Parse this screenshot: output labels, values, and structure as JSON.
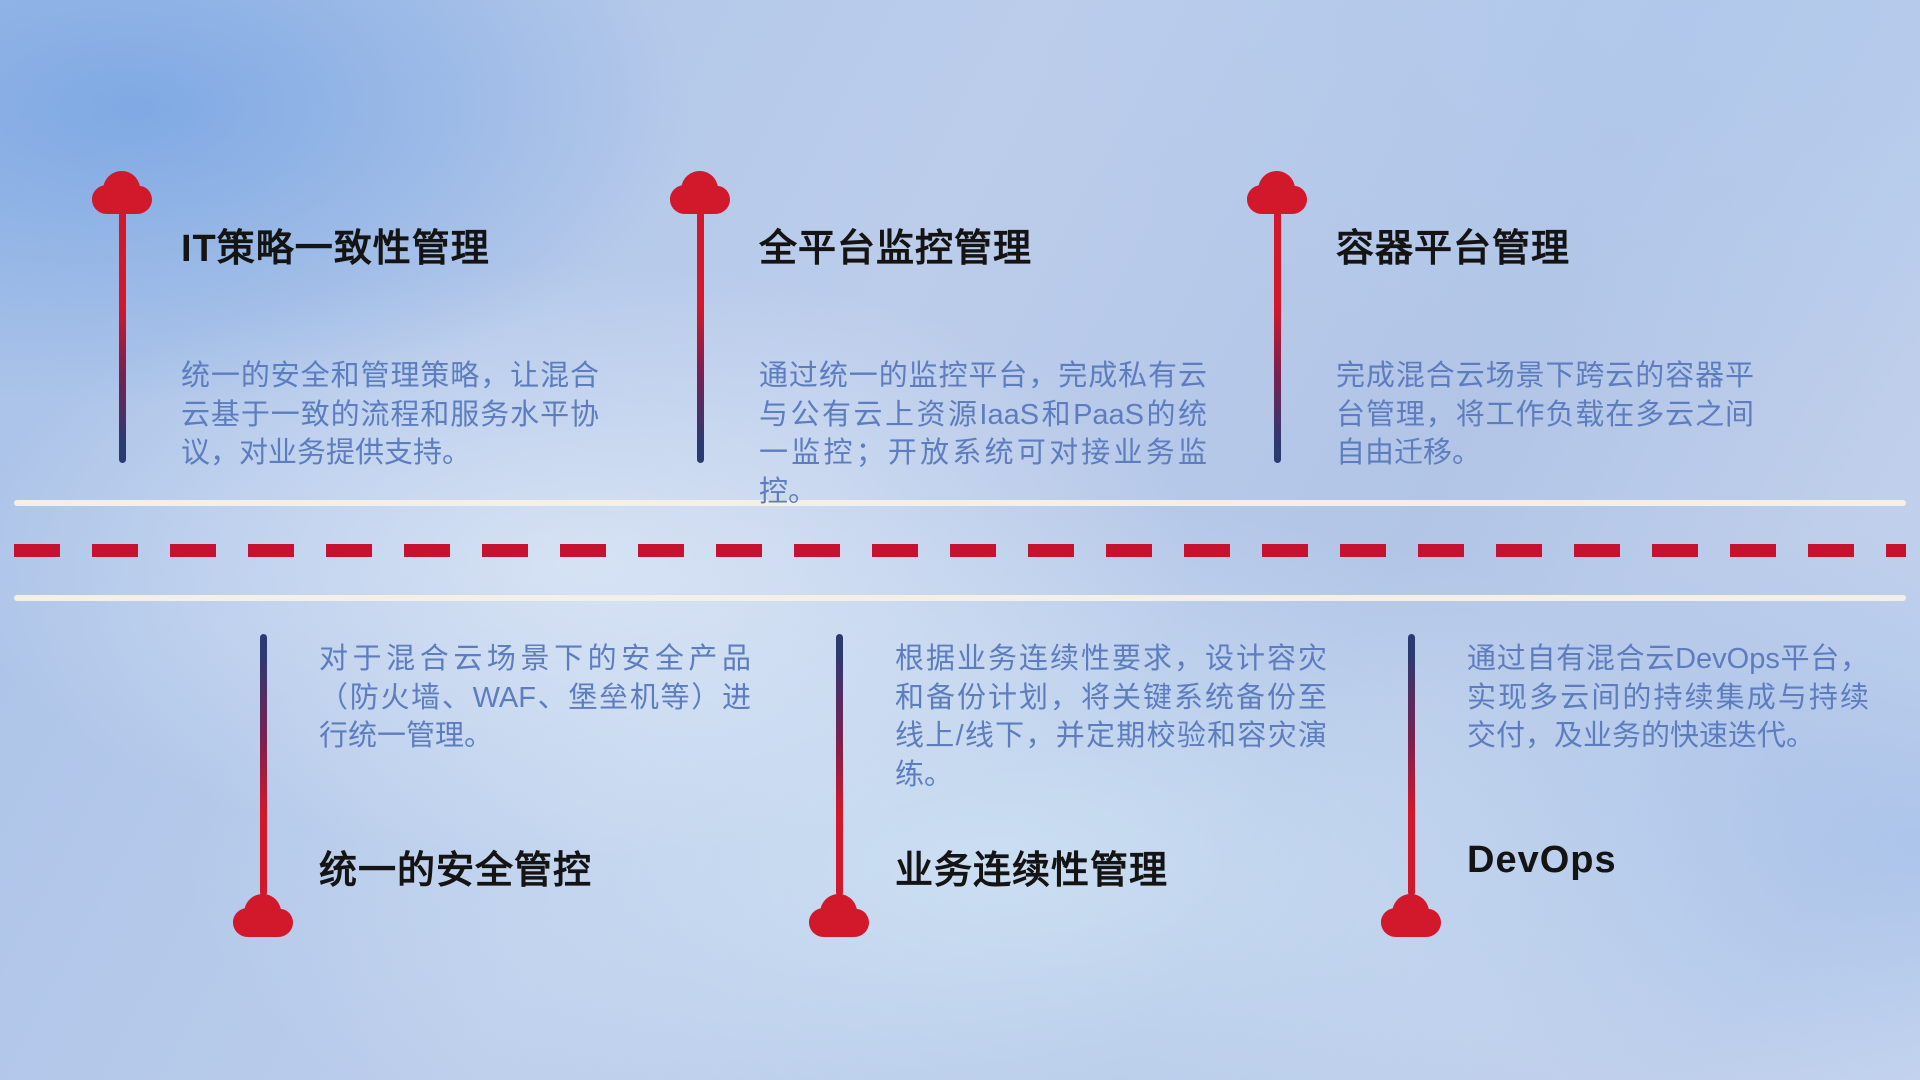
{
  "top_items": [
    {
      "title": "IT策略一致性管理",
      "description": "统一的安全和管理策略，让混合云基于一致的流程和服务水平协议，对业务提供支持。"
    },
    {
      "title": "全平台监控管理",
      "description": "通过统一的监控平台，完成私有云与公有云上资源IaaS和PaaS的统一监控；开放系统可对接业务监控。"
    },
    {
      "title": "容器平台管理",
      "description": "完成混合云场景下跨云的容器平台管理，将工作负载在多云之间自由迁移。"
    }
  ],
  "bottom_items": [
    {
      "title": "统一的安全管控",
      "description": "对于混合云场景下的安全产品（防火墙、WAF、堡垒机等）进行统一管理。"
    },
    {
      "title": "业务连续性管理",
      "description": "根据业务连续性要求，设计容灾和备份计划，将关键系统备份至线上/线下，并定期校验和容灾演练。"
    },
    {
      "title": "DevOps",
      "description": "通过自有混合云DevOps平台，实现多云间的持续集成与持续交付，及业务的快速迭代。"
    }
  ],
  "colors": {
    "cloud_red": "#d2182b",
    "dash_red": "#c41230",
    "line_navy": "#2c3a72",
    "desc_text": "#5d7dbe",
    "title_text": "#141414",
    "road_white": "#f4efe7"
  }
}
